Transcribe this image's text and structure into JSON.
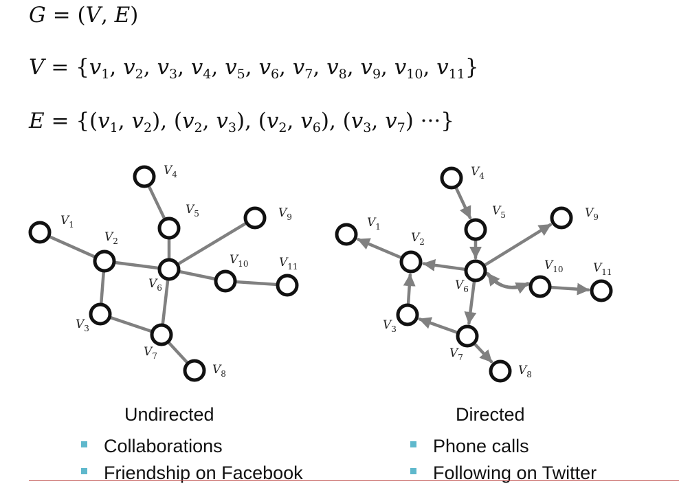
{
  "equations": {
    "graph_lhs": "G",
    "graph_rhs_open": " = (",
    "graph_v": "V",
    "graph_comma": ", ",
    "graph_e": "E",
    "graph_rhs_close": ")",
    "vertex_lhs": "V",
    "vertex_eq": " = {",
    "vertex_items": [
      "1",
      "2",
      "3",
      "4",
      "5",
      "6",
      "7",
      "8",
      "9",
      "10",
      "11"
    ],
    "vertex_close": "}",
    "edge_lhs": "E",
    "edge_eq": " = {",
    "edge_items": [
      [
        "1",
        "2"
      ],
      [
        "2",
        "3"
      ],
      [
        "2",
        "6"
      ],
      [
        "3",
        "7"
      ]
    ],
    "edge_tail": " ···}"
  },
  "nodes": {
    "v1": {
      "letter": "V",
      "sub": "1"
    },
    "v2": {
      "letter": "V",
      "sub": "2"
    },
    "v3": {
      "letter": "V",
      "sub": "3"
    },
    "v4": {
      "letter": "V",
      "sub": "4"
    },
    "v5": {
      "letter": "V",
      "sub": "5"
    },
    "v6": {
      "letter": "V",
      "sub": "6"
    },
    "v7": {
      "letter": "V",
      "sub": "7"
    },
    "v8": {
      "letter": "V",
      "sub": "8"
    },
    "v9": {
      "letter": "V",
      "sub": "9"
    },
    "v10": {
      "letter": "V",
      "sub": "10"
    },
    "v11": {
      "letter": "V",
      "sub": "11"
    }
  },
  "undirected": {
    "caption": "Undirected",
    "edges": [
      [
        "v1",
        "v2"
      ],
      [
        "v2",
        "v3"
      ],
      [
        "v2",
        "v6"
      ],
      [
        "v3",
        "v7"
      ],
      [
        "v4",
        "v5"
      ],
      [
        "v5",
        "v6"
      ],
      [
        "v6",
        "v9"
      ],
      [
        "v6",
        "v10"
      ],
      [
        "v6",
        "v7"
      ],
      [
        "v10",
        "v11"
      ],
      [
        "v7",
        "v8"
      ]
    ],
    "bullets": [
      "Collaborations",
      "Friendship on Facebook"
    ]
  },
  "directed": {
    "caption": "Directed",
    "edges": [
      [
        "v2",
        "v1"
      ],
      [
        "v3",
        "v2"
      ],
      [
        "v6",
        "v2"
      ],
      [
        "v4",
        "v5"
      ],
      [
        "v5",
        "v6"
      ],
      [
        "v6",
        "v9"
      ],
      [
        "v6",
        "v7"
      ],
      [
        "v7",
        "v3"
      ],
      [
        "v7",
        "v8"
      ],
      [
        "v10",
        "v11"
      ],
      [
        "v10",
        "v6"
      ],
      [
        "v6",
        "v10"
      ]
    ],
    "bullets": [
      "Phone calls",
      "Following on Twitter"
    ]
  },
  "colors": {
    "edge": "#808080",
    "node_stroke": "#111111",
    "bullet": "#5fb8cc",
    "rule": "#c0504d"
  }
}
